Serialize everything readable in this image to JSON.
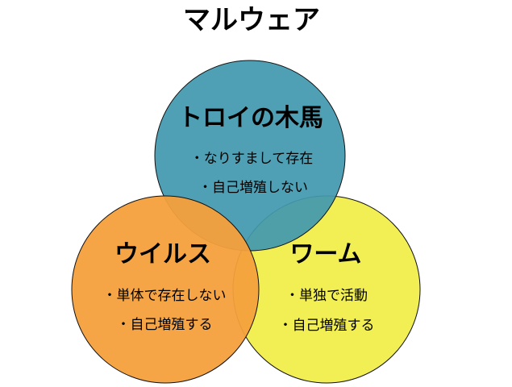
{
  "title": "マルウェア",
  "colors": {
    "trojan": "#4399AF",
    "virus": "#F4A03C",
    "worm": "#F2EF55"
  },
  "sets": {
    "trojan": {
      "label": "トロイの木馬",
      "items": [
        "・なりすまして存在",
        "・自己増殖しない"
      ]
    },
    "virus": {
      "label": "ウイルス",
      "items": [
        "・単体で存在しない",
        "・自己増殖する"
      ]
    },
    "worm": {
      "label": "ワーム",
      "items": [
        "・単独で活動",
        "・自己増殖する"
      ]
    }
  }
}
